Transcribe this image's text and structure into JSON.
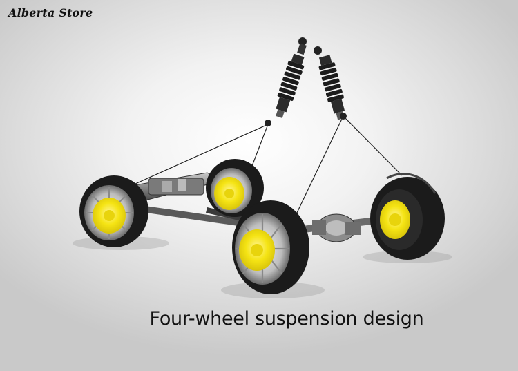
{
  "store_name": "Alberta Store",
  "caption": "Four-wheel suspension design",
  "colors": {
    "hub_highlight": "#f5e414",
    "tire": "#1a1a1a",
    "background": "#e8e8e8"
  },
  "scene": {
    "parts": [
      "shock-absorber-left",
      "shock-absorber-right",
      "wheel-rear-left",
      "wheel-rear-right",
      "wheel-front-left",
      "wheel-front-right",
      "axle-assembly",
      "differential"
    ]
  }
}
